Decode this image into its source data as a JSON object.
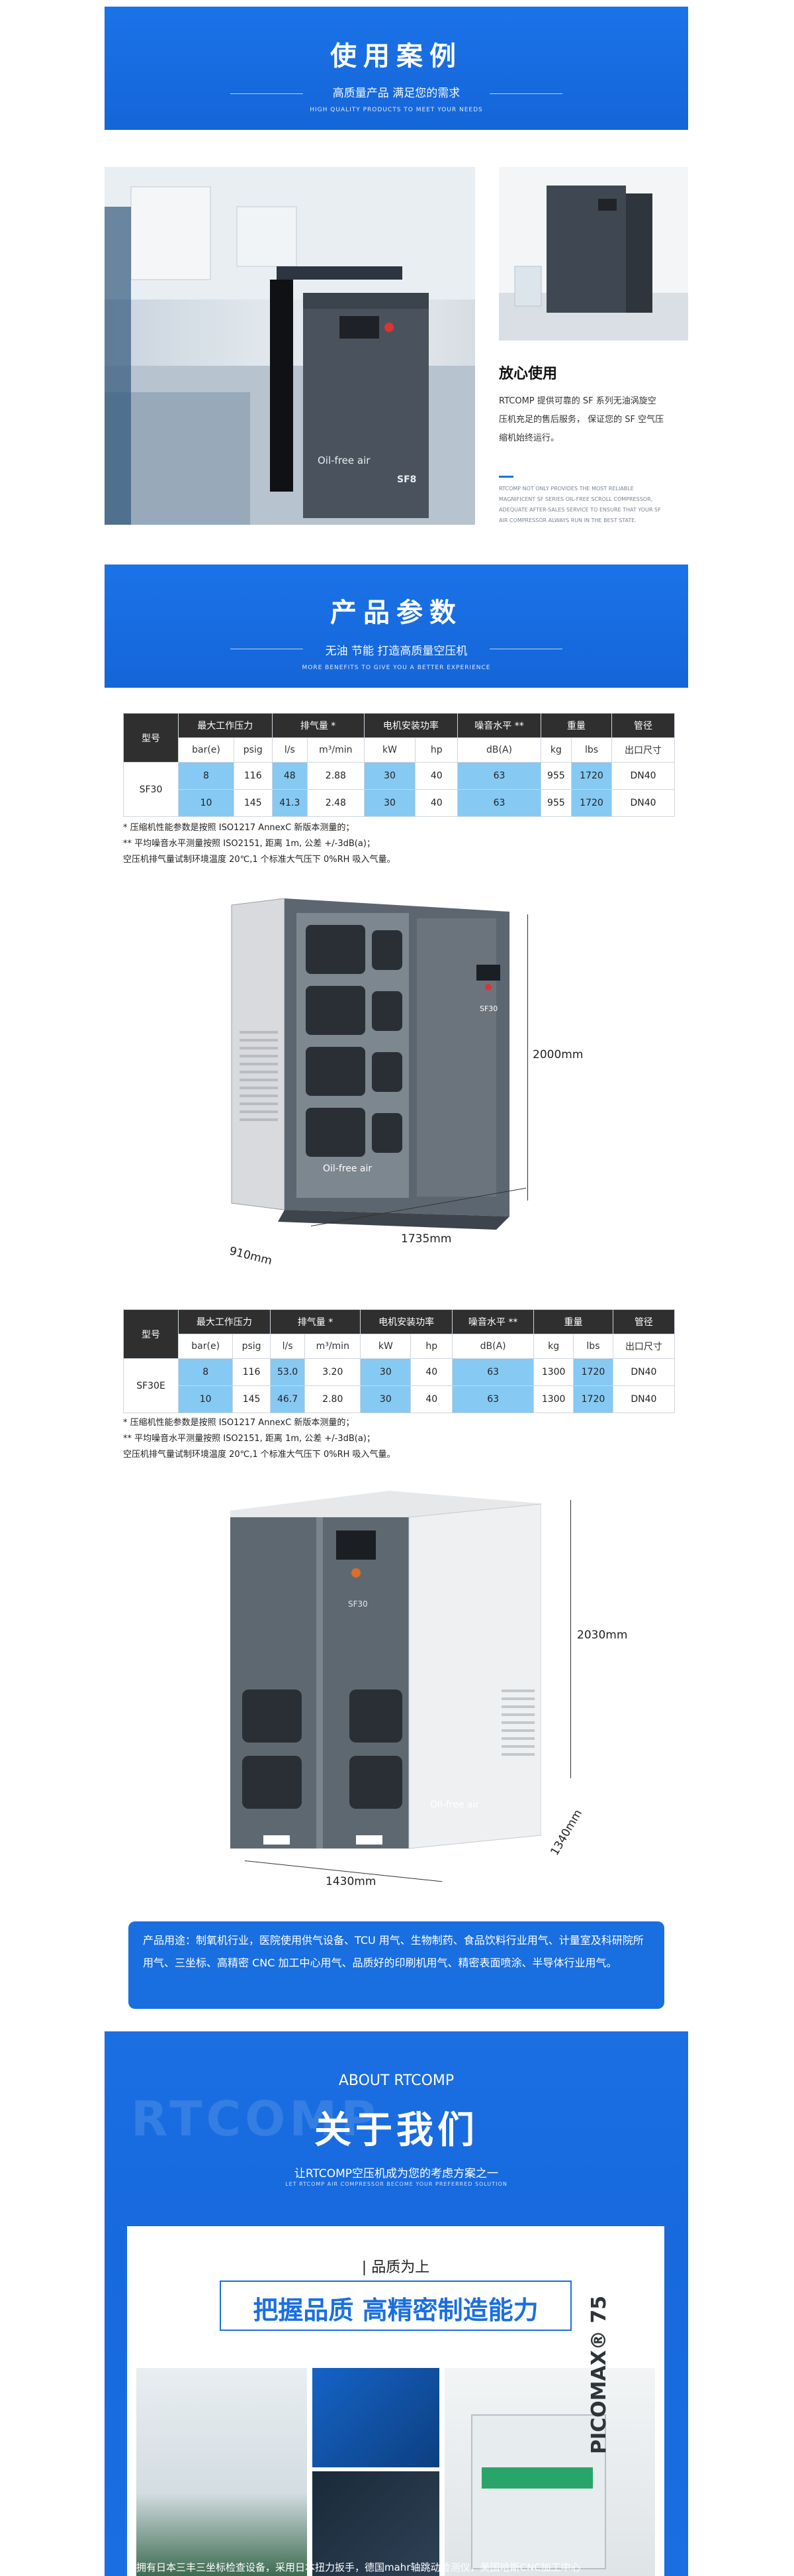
{
  "cases": {
    "title": "使用案例",
    "subtitle": "高质量产品  满足您的需求",
    "tiny": "HIGH QUALITY PRODUCTS TO MEET YOUR NEEDS",
    "side_title": "放心使用",
    "side_text": "RTCOMP 提供可靠的 SF 系列无油涡旋空压机充足的售后服务，  保证您的 SF 空气压缩机始终运行。",
    "side_tiny": "RTCOMP NOT ONLY PROVIDES THE MOST RELIABLE MAGNIFICENT SF SERIES OIL-FREE SCROLL COMPRESSOR, ADEQUATE AFTER-SALES SERVICE TO ENSURE THAT YOUR SF AIR COMPRESSOR ALWAYS RUN IN THE BEST STATE.",
    "machine_label": "SF8",
    "machine_brand": "Oil-free air"
  },
  "params": {
    "title": "产品参数",
    "subtitle": "无油    节能    打造高质量空压机",
    "tiny": "MORE BENEFITS TO GIVE YOU A BETTER EXPERIENCE"
  },
  "table_headers": {
    "model": "型号",
    "pressure": "最大工作压力",
    "flow": "排气量 *",
    "power": "电机安装功率",
    "noise": "噪音水平 **",
    "weight": "重量",
    "pipe": "管径",
    "units": [
      "bar(e)",
      "psig",
      "l/s",
      "m³/min",
      "kW",
      "hp",
      "dB(A)",
      "kg",
      "lbs",
      "出口尺寸"
    ]
  },
  "table1": {
    "model": "SF30",
    "rows": [
      [
        "8",
        "116",
        "48",
        "2.88",
        "30",
        "40",
        "63",
        "955",
        "1720",
        "DN40"
      ],
      [
        "10",
        "145",
        "41.3",
        "2.48",
        "30",
        "40",
        "63",
        "955",
        "1720",
        "DN40"
      ]
    ]
  },
  "table2": {
    "model": "SF30E",
    "rows": [
      [
        "8",
        "116",
        "53.0",
        "3.20",
        "30",
        "40",
        "63",
        "1300",
        "1720",
        "DN40"
      ],
      [
        "10",
        "145",
        "46.7",
        "2.80",
        "30",
        "40",
        "63",
        "1300",
        "1720",
        "DN40"
      ]
    ]
  },
  "notes": [
    "* 压缩机性能参数是按照 ISO1217 AnnexC 新版本测量的；",
    "** 平均噪音水平测量按照 ISO2151, 距离 1m, 公差 +/-3dB(a)；",
    "空压机排气量试制环境温度 20℃,1 个标准大气压下 0%RH 吸入气量。"
  ],
  "machine1": {
    "label": "SF30",
    "brand": "Oil-free air",
    "height": "2000mm",
    "width": "1735mm",
    "depth": "910mm"
  },
  "machine2": {
    "label": "SF30",
    "brand": "Oil-free air",
    "height": "2030mm",
    "width": "1430mm",
    "depth": "1340mm"
  },
  "usage": "产品用途：制氧机行业，医院使用供气设备、TCU 用气、生物制药、食品饮料行业用气、计量室及科研院所用气、三坐标、高精密 CNC 加工中心用气、品质好的印刷机用气、精密表面喷涂、半导体行业用气。",
  "about": {
    "en": "ABOUT RTCOMP",
    "title": "关于我们",
    "subtitle": "让RTCOMP空压机成为您的考虑方案之一",
    "tiny": "LET RTCOMP AIR COMPRESSOR BECOME YOUR PREFERRED SOLUTION",
    "quality_label": "| 品质为上",
    "quality_title": "把握品质  高精密制造能力",
    "picomax": "PICOMAX® 75",
    "caption": "拥有日本三丰三坐标检查设备，采用日本扭力扳手，德国mahr轴跳动检测仪，美国哈斯CNC加工中心"
  },
  "colors": {
    "brand_blue": "#1a73e8",
    "highlight": "#86c9f3",
    "header_dark": "#2f2f2f"
  }
}
